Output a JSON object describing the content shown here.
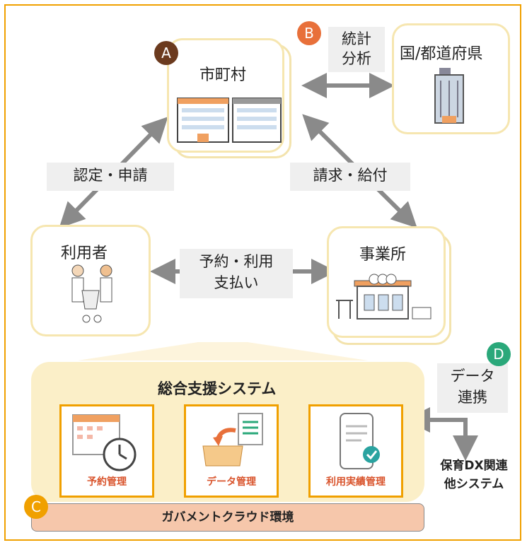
{
  "diagram": {
    "nodes": {
      "municipality": {
        "label": "市町村",
        "badge": "A"
      },
      "government": {
        "label": "国/都道府県"
      },
      "user": {
        "label": "利用者"
      },
      "office": {
        "label": "事業所"
      }
    },
    "edges": {
      "stats": {
        "line1": "統計",
        "line2": "分析",
        "badge": "B"
      },
      "certify": {
        "label": "認定・申請"
      },
      "billing": {
        "label": "請求・給付"
      },
      "reserve": {
        "line1": "予約・利用",
        "line2": "支払い"
      },
      "data_link": {
        "line1": "データ",
        "line2": "連携",
        "badge": "D"
      }
    },
    "system": {
      "title": "総合支援システム",
      "modules": [
        "予約管理",
        "データ管理",
        "利用実績管理"
      ],
      "cloud_label": "ガバメントクラウド環境",
      "cloud_badge": "C"
    },
    "external": {
      "line1": "保育DX関連",
      "line2": "他システム"
    },
    "colors": {
      "frame": "#f0a000",
      "card_border": "#f6e6b0",
      "badge_A": "#6b3a1e",
      "badge_B": "#e8703a",
      "badge_C": "#f0a000",
      "badge_D": "#2aa87a",
      "system_bg": "#fbefc8",
      "cloud_bg": "#f6c7ab",
      "arrow": "#8a8a8a",
      "module_caption": "#d9542c"
    },
    "icons": [
      "municipal-building-icon",
      "office-tower-icon",
      "family-stroller-icon",
      "nursery-building-icon",
      "calendar-clock-icon",
      "data-box-icon",
      "smartphone-check-icon"
    ]
  }
}
